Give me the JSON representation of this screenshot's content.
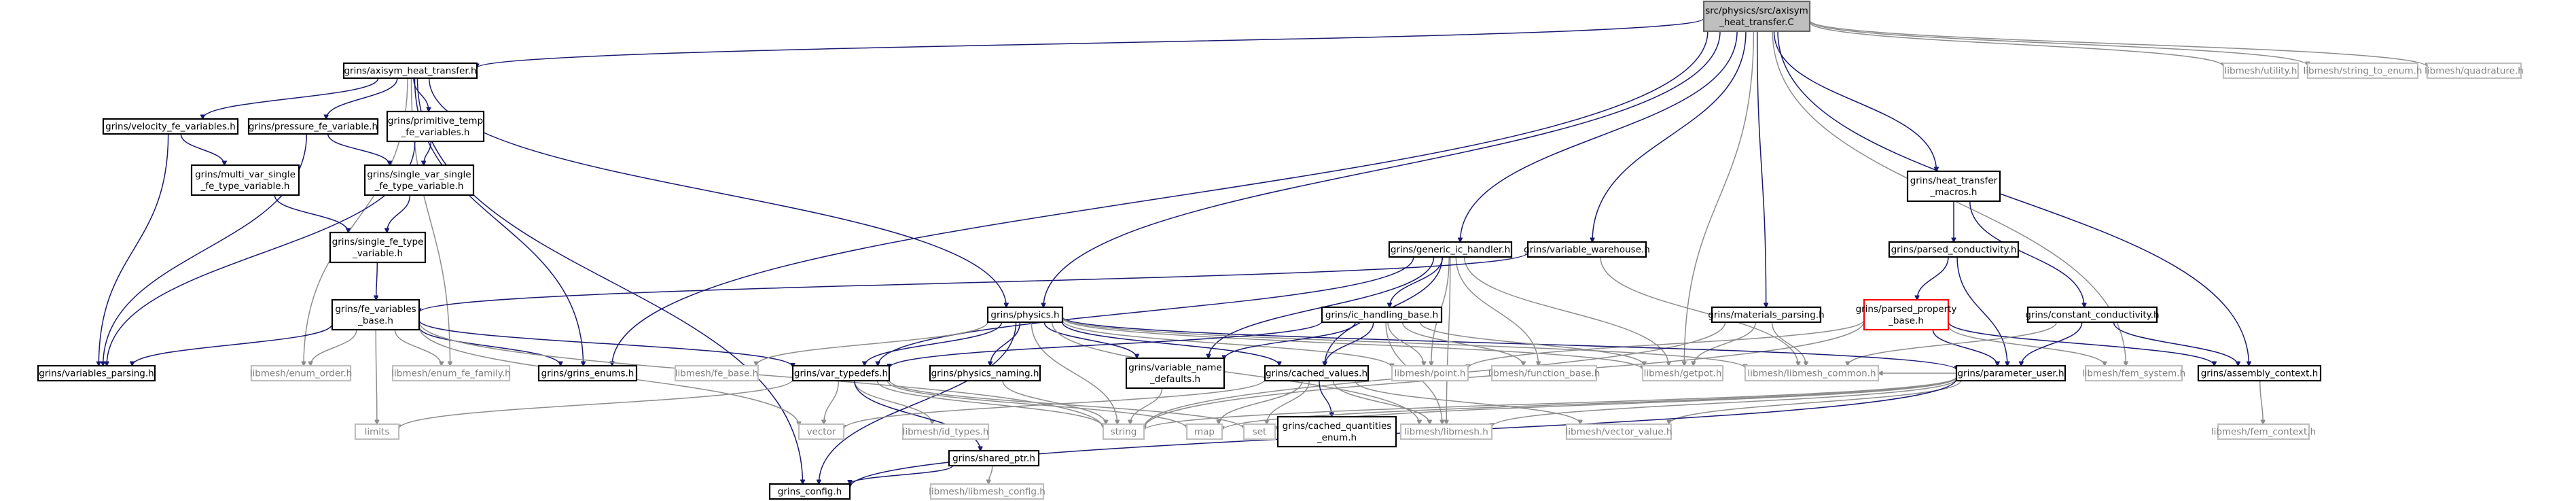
{
  "graph": {
    "colors": {
      "edge": "#191970",
      "edge_external": "#8c8c8c",
      "root_fill": "#bfbfbf",
      "highlight_border": "#ff0000",
      "external_text": "#7f7f7f"
    },
    "nodes": [
      {
        "id": "root",
        "lines": [
          "src/physics/src/axisym",
          "_heat_transfer.C"
        ],
        "style": "root"
      },
      {
        "id": "axisym_h",
        "lines": [
          "grins/axisym_heat_transfer.h"
        ],
        "style": "normal"
      },
      {
        "id": "utility",
        "lines": [
          "libmesh/utility.h"
        ],
        "style": "ext"
      },
      {
        "id": "string_to_enum",
        "lines": [
          "libmesh/string_to_enum.h"
        ],
        "style": "ext"
      },
      {
        "id": "quadrature",
        "lines": [
          "libmesh/quadrature.h"
        ],
        "style": "ext"
      },
      {
        "id": "velocity_fe",
        "lines": [
          "grins/velocity_fe_variables.h"
        ],
        "style": "normal"
      },
      {
        "id": "pressure_fe",
        "lines": [
          "grins/pressure_fe_variable.h"
        ],
        "style": "normal"
      },
      {
        "id": "primitive_temp",
        "lines": [
          "grins/primitive_temp",
          "_fe_variables.h"
        ],
        "style": "normal"
      },
      {
        "id": "multi_var",
        "lines": [
          "grins/multi_var_single",
          "_fe_type_variable.h"
        ],
        "style": "normal"
      },
      {
        "id": "single_var",
        "lines": [
          "grins/single_var_single",
          "_fe_type_variable.h"
        ],
        "style": "normal"
      },
      {
        "id": "single_fe_type",
        "lines": [
          "grins/single_fe_type",
          "_variable.h"
        ],
        "style": "normal"
      },
      {
        "id": "fe_variables_base",
        "lines": [
          "grins/fe_variables",
          "_base.h"
        ],
        "style": "normal"
      },
      {
        "id": "heat_transfer_macros",
        "lines": [
          "grins/heat_transfer",
          "_macros.h"
        ],
        "style": "normal"
      },
      {
        "id": "parsed_conductivity",
        "lines": [
          "grins/parsed_conductivity.h"
        ],
        "style": "normal"
      },
      {
        "id": "parsed_property",
        "lines": [
          "grins/parsed_property",
          "_base.h"
        ],
        "style": "highlight"
      },
      {
        "id": "constant_conductivity",
        "lines": [
          "grins/constant_conductivity.h"
        ],
        "style": "normal"
      },
      {
        "id": "generic_ic",
        "lines": [
          "grins/generic_ic_handler.h"
        ],
        "style": "normal"
      },
      {
        "id": "variable_warehouse",
        "lines": [
          "grins/variable_warehouse.h"
        ],
        "style": "normal"
      },
      {
        "id": "materials_parsing",
        "lines": [
          "grins/materials_parsing.h"
        ],
        "style": "normal"
      },
      {
        "id": "physics_h",
        "lines": [
          "grins/physics.h"
        ],
        "style": "normal"
      },
      {
        "id": "ic_handling_base",
        "lines": [
          "grins/ic_handling_base.h"
        ],
        "style": "normal"
      },
      {
        "id": "variables_parsing",
        "lines": [
          "grins/variables_parsing.h"
        ],
        "style": "normal"
      },
      {
        "id": "enum_order",
        "lines": [
          "libmesh/enum_order.h"
        ],
        "style": "ext"
      },
      {
        "id": "enum_fe_family",
        "lines": [
          "libmesh/enum_fe_family.h"
        ],
        "style": "ext"
      },
      {
        "id": "grins_enums",
        "lines": [
          "grins/grins_enums.h"
        ],
        "style": "normal"
      },
      {
        "id": "fe_base",
        "lines": [
          "libmesh/fe_base.h"
        ],
        "style": "ext"
      },
      {
        "id": "var_typedefs",
        "lines": [
          "grins/var_typedefs.h"
        ],
        "style": "normal"
      },
      {
        "id": "physics_naming",
        "lines": [
          "grins/physics_naming.h"
        ],
        "style": "normal"
      },
      {
        "id": "variable_name_defaults",
        "lines": [
          "grins/variable_name",
          "_defaults.h"
        ],
        "style": "normal"
      },
      {
        "id": "cached_values",
        "lines": [
          "grins/cached_values.h"
        ],
        "style": "normal"
      },
      {
        "id": "point",
        "lines": [
          "libmesh/point.h"
        ],
        "style": "ext"
      },
      {
        "id": "function_base",
        "lines": [
          "libmesh/function_base.h"
        ],
        "style": "ext"
      },
      {
        "id": "getpot",
        "lines": [
          "libmesh/getpot.h"
        ],
        "style": "ext"
      },
      {
        "id": "libmesh_common",
        "lines": [
          "libmesh/libmesh_common.h"
        ],
        "style": "ext"
      },
      {
        "id": "parameter_user",
        "lines": [
          "grins/parameter_user.h"
        ],
        "style": "normal"
      },
      {
        "id": "fem_system",
        "lines": [
          "libmesh/fem_system.h"
        ],
        "style": "ext"
      },
      {
        "id": "assembly_context",
        "lines": [
          "grins/assembly_context.h"
        ],
        "style": "normal"
      },
      {
        "id": "fem_context",
        "lines": [
          "libmesh/fem_context.h"
        ],
        "style": "ext"
      },
      {
        "id": "limits",
        "lines": [
          "limits"
        ],
        "style": "ext"
      },
      {
        "id": "vector",
        "lines": [
          "vector"
        ],
        "style": "ext"
      },
      {
        "id": "id_types",
        "lines": [
          "libmesh/id_types.h"
        ],
        "style": "ext"
      },
      {
        "id": "shared_ptr",
        "lines": [
          "grins/shared_ptr.h"
        ],
        "style": "normal"
      },
      {
        "id": "string",
        "lines": [
          "string"
        ],
        "style": "ext"
      },
      {
        "id": "map",
        "lines": [
          "map"
        ],
        "style": "ext"
      },
      {
        "id": "set",
        "lines": [
          "set"
        ],
        "style": "ext"
      },
      {
        "id": "cached_quantities_enum",
        "lines": [
          "grins/cached_quantities",
          "_enum.h"
        ],
        "style": "normal"
      },
      {
        "id": "libmesh_h",
        "lines": [
          "libmesh/libmesh.h"
        ],
        "style": "ext"
      },
      {
        "id": "vector_value",
        "lines": [
          "libmesh/vector_value.h"
        ],
        "style": "ext"
      },
      {
        "id": "grins_config",
        "lines": [
          "grins_config.h"
        ],
        "style": "normal"
      },
      {
        "id": "libmesh_config",
        "lines": [
          "libmesh/libmesh_config.h"
        ],
        "style": "ext"
      }
    ],
    "edges": [
      [
        "root",
        "axisym_h"
      ],
      [
        "root",
        "utility"
      ],
      [
        "root",
        "string_to_enum"
      ],
      [
        "root",
        "quadrature"
      ],
      [
        "root",
        "heat_transfer_macros"
      ],
      [
        "root",
        "generic_ic"
      ],
      [
        "root",
        "variable_warehouse"
      ],
      [
        "root",
        "materials_parsing"
      ],
      [
        "root",
        "getpot"
      ],
      [
        "root",
        "fem_system"
      ],
      [
        "root",
        "assembly_context"
      ],
      [
        "root",
        "grins_enums"
      ],
      [
        "root",
        "physics_h"
      ],
      [
        "axisym_h",
        "velocity_fe"
      ],
      [
        "axisym_h",
        "pressure_fe"
      ],
      [
        "axisym_h",
        "primitive_temp"
      ],
      [
        "axisym_h",
        "physics_h"
      ],
      [
        "axisym_h",
        "grins_enums"
      ],
      [
        "axisym_h",
        "enum_fe_family"
      ],
      [
        "axisym_h",
        "enum_order"
      ],
      [
        "axisym_h",
        "grins_config"
      ],
      [
        "velocity_fe",
        "multi_var"
      ],
      [
        "velocity_fe",
        "variables_parsing"
      ],
      [
        "pressure_fe",
        "single_var"
      ],
      [
        "pressure_fe",
        "variables_parsing"
      ],
      [
        "primitive_temp",
        "single_var"
      ],
      [
        "primitive_temp",
        "variables_parsing"
      ],
      [
        "multi_var",
        "single_fe_type"
      ],
      [
        "single_var",
        "single_fe_type"
      ],
      [
        "single_fe_type",
        "fe_variables_base"
      ],
      [
        "fe_variables_base",
        "variables_parsing"
      ],
      [
        "fe_variables_base",
        "enum_order"
      ],
      [
        "fe_variables_base",
        "enum_fe_family"
      ],
      [
        "fe_variables_base",
        "grins_enums"
      ],
      [
        "fe_variables_base",
        "var_typedefs"
      ],
      [
        "fe_variables_base",
        "limits"
      ],
      [
        "fe_variables_base",
        "vector"
      ],
      [
        "fe_variables_base",
        "string"
      ],
      [
        "heat_transfer_macros",
        "parsed_conductivity"
      ],
      [
        "heat_transfer_macros",
        "constant_conductivity"
      ],
      [
        "parsed_conductivity",
        "parsed_property"
      ],
      [
        "parsed_conductivity",
        "parameter_user"
      ],
      [
        "parsed_property",
        "point"
      ],
      [
        "parsed_property",
        "fem_system"
      ],
      [
        "parsed_property",
        "parameter_user"
      ],
      [
        "parsed_property",
        "assembly_context"
      ],
      [
        "parsed_property",
        "string"
      ],
      [
        "constant_conductivity",
        "libmesh_common"
      ],
      [
        "constant_conductivity",
        "parameter_user"
      ],
      [
        "constant_conductivity",
        "assembly_context"
      ],
      [
        "generic_ic",
        "ic_handling_base"
      ],
      [
        "generic_ic",
        "var_typedefs"
      ],
      [
        "generic_ic",
        "function_base"
      ],
      [
        "generic_ic",
        "point"
      ],
      [
        "generic_ic",
        "getpot"
      ],
      [
        "generic_ic",
        "cached_values"
      ],
      [
        "generic_ic",
        "variable_name_defaults"
      ],
      [
        "generic_ic",
        "libmesh_h"
      ],
      [
        "variable_warehouse",
        "fe_variables_base"
      ],
      [
        "variable_warehouse",
        "libmesh_common"
      ],
      [
        "materials_parsing",
        "getpot"
      ],
      [
        "materials_parsing",
        "libmesh_common"
      ],
      [
        "materials_parsing",
        "string"
      ],
      [
        "physics_h",
        "var_typedefs"
      ],
      [
        "physics_h",
        "physics_naming"
      ],
      [
        "physics_h",
        "variable_name_defaults"
      ],
      [
        "physics_h",
        "cached_values"
      ],
      [
        "physics_h",
        "fe_base"
      ],
      [
        "physics_h",
        "point"
      ],
      [
        "physics_h",
        "parameter_user"
      ],
      [
        "physics_h",
        "libmesh_h"
      ],
      [
        "physics_h",
        "getpot"
      ],
      [
        "physics_h",
        "libmesh_common"
      ],
      [
        "physics_h",
        "string"
      ],
      [
        "physics_h",
        "grins_config"
      ],
      [
        "ic_handling_base",
        "var_typedefs"
      ],
      [
        "ic_handling_base",
        "cached_values"
      ],
      [
        "ic_handling_base",
        "function_base"
      ],
      [
        "ic_handling_base",
        "point"
      ],
      [
        "ic_handling_base",
        "getpot"
      ],
      [
        "ic_handling_base",
        "libmesh_h"
      ],
      [
        "ic_handling_base",
        "variable_name_defaults"
      ],
      [
        "var_typedefs",
        "limits"
      ],
      [
        "var_typedefs",
        "vector"
      ],
      [
        "var_typedefs",
        "id_types"
      ],
      [
        "var_typedefs",
        "shared_ptr"
      ],
      [
        "var_typedefs",
        "string"
      ],
      [
        "var_typedefs",
        "map"
      ],
      [
        "var_typedefs",
        "set"
      ],
      [
        "physics_naming",
        "string"
      ],
      [
        "variable_name_defaults",
        "string"
      ],
      [
        "cached_values",
        "cached_quantities_enum"
      ],
      [
        "cached_values",
        "libmesh_h"
      ],
      [
        "cached_values",
        "vector_value"
      ],
      [
        "cached_values",
        "map"
      ],
      [
        "cached_values",
        "set"
      ],
      [
        "cached_values",
        "vector"
      ],
      [
        "parameter_user",
        "libmesh_common"
      ],
      [
        "parameter_user",
        "libmesh_h"
      ],
      [
        "parameter_user",
        "string"
      ],
      [
        "parameter_user",
        "map"
      ],
      [
        "parameter_user",
        "set"
      ],
      [
        "parameter_user",
        "vector_value"
      ],
      [
        "parameter_user",
        "grins_config"
      ],
      [
        "assembly_context",
        "fem_context"
      ],
      [
        "shared_ptr",
        "grins_config"
      ],
      [
        "shared_ptr",
        "libmesh_config"
      ]
    ]
  }
}
